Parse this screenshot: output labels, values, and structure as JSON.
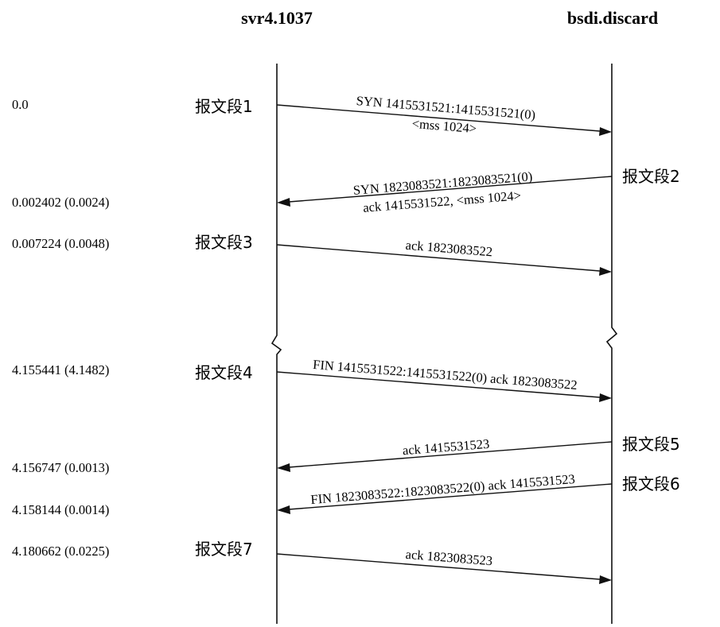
{
  "hosts": {
    "left": "svr4.1037",
    "right": "bsdi.discard"
  },
  "segments": [
    {
      "label": "报文段1",
      "time": "0.0",
      "direction": "right",
      "lines": [
        "SYN  1415531521:1415531521(0)",
        "<mss 1024>"
      ]
    },
    {
      "label": "报文段2",
      "time": "0.002402 (0.0024)",
      "direction": "left",
      "lines": [
        "SYN  1823083521:1823083521(0)",
        "ack 1415531522, <mss 1024>"
      ]
    },
    {
      "label": "报文段3",
      "time": "0.007224 (0.0048)",
      "direction": "right",
      "lines": [
        "ack 1823083522"
      ]
    },
    {
      "label": "报文段4",
      "time": "4.155441 (4.1482)",
      "direction": "right",
      "lines": [
        "FIN  1415531522:1415531522(0) ack 1823083522"
      ]
    },
    {
      "label": "报文段5",
      "time": "4.156747 (0.0013)",
      "direction": "left",
      "lines": [
        "ack 1415531523"
      ]
    },
    {
      "label": "报文段6",
      "time": "4.158144 (0.0014)",
      "direction": "left",
      "lines": [
        "FIN  1823083522:1823083522(0) ack 1415531523"
      ]
    },
    {
      "label": "报文段7",
      "time": "4.180662 (0.0225)",
      "direction": "right",
      "lines": [
        "ack 1823083523"
      ]
    }
  ]
}
